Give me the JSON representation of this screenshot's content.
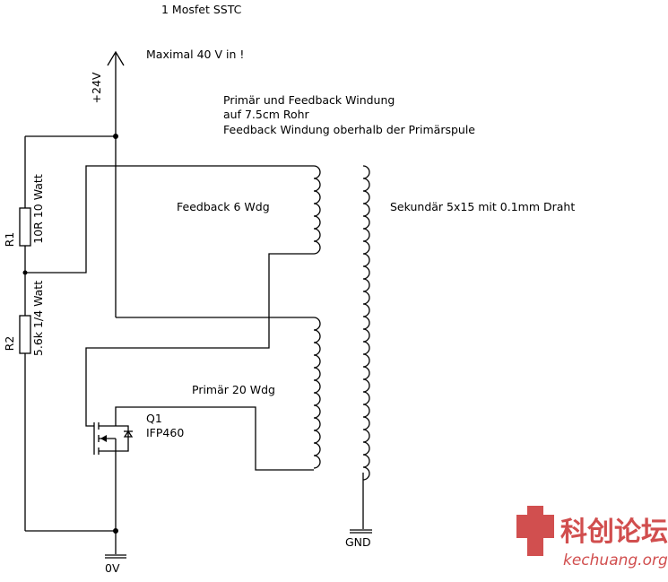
{
  "title": "1 Mosfet SSTC",
  "supply": {
    "label": "+24V",
    "note": "Maximal 40 V in !"
  },
  "winding_note": {
    "line1": "Primär und Feedback Windung",
    "line2": "auf 7.5cm Rohr",
    "line3": "Feedback Windung oberhalb der Primärspule"
  },
  "feedback_label": "Feedback 6 Wdg",
  "primary_label": "Primär 20 Wdg",
  "secondary_label": "Sekundär 5x15 mit 0.1mm Draht",
  "r1": {
    "ref": "R1",
    "value": "10R 10 Watt"
  },
  "r2": {
    "ref": "R2",
    "value": "5.6k 1/4 Watt"
  },
  "q1": {
    "ref": "Q1",
    "part": "IFP460"
  },
  "gnd_label": "GND",
  "zero_v_label": "0V",
  "watermark": {
    "chinese": "科创论坛",
    "site": "kechuang.org",
    "color": "#c93030"
  }
}
